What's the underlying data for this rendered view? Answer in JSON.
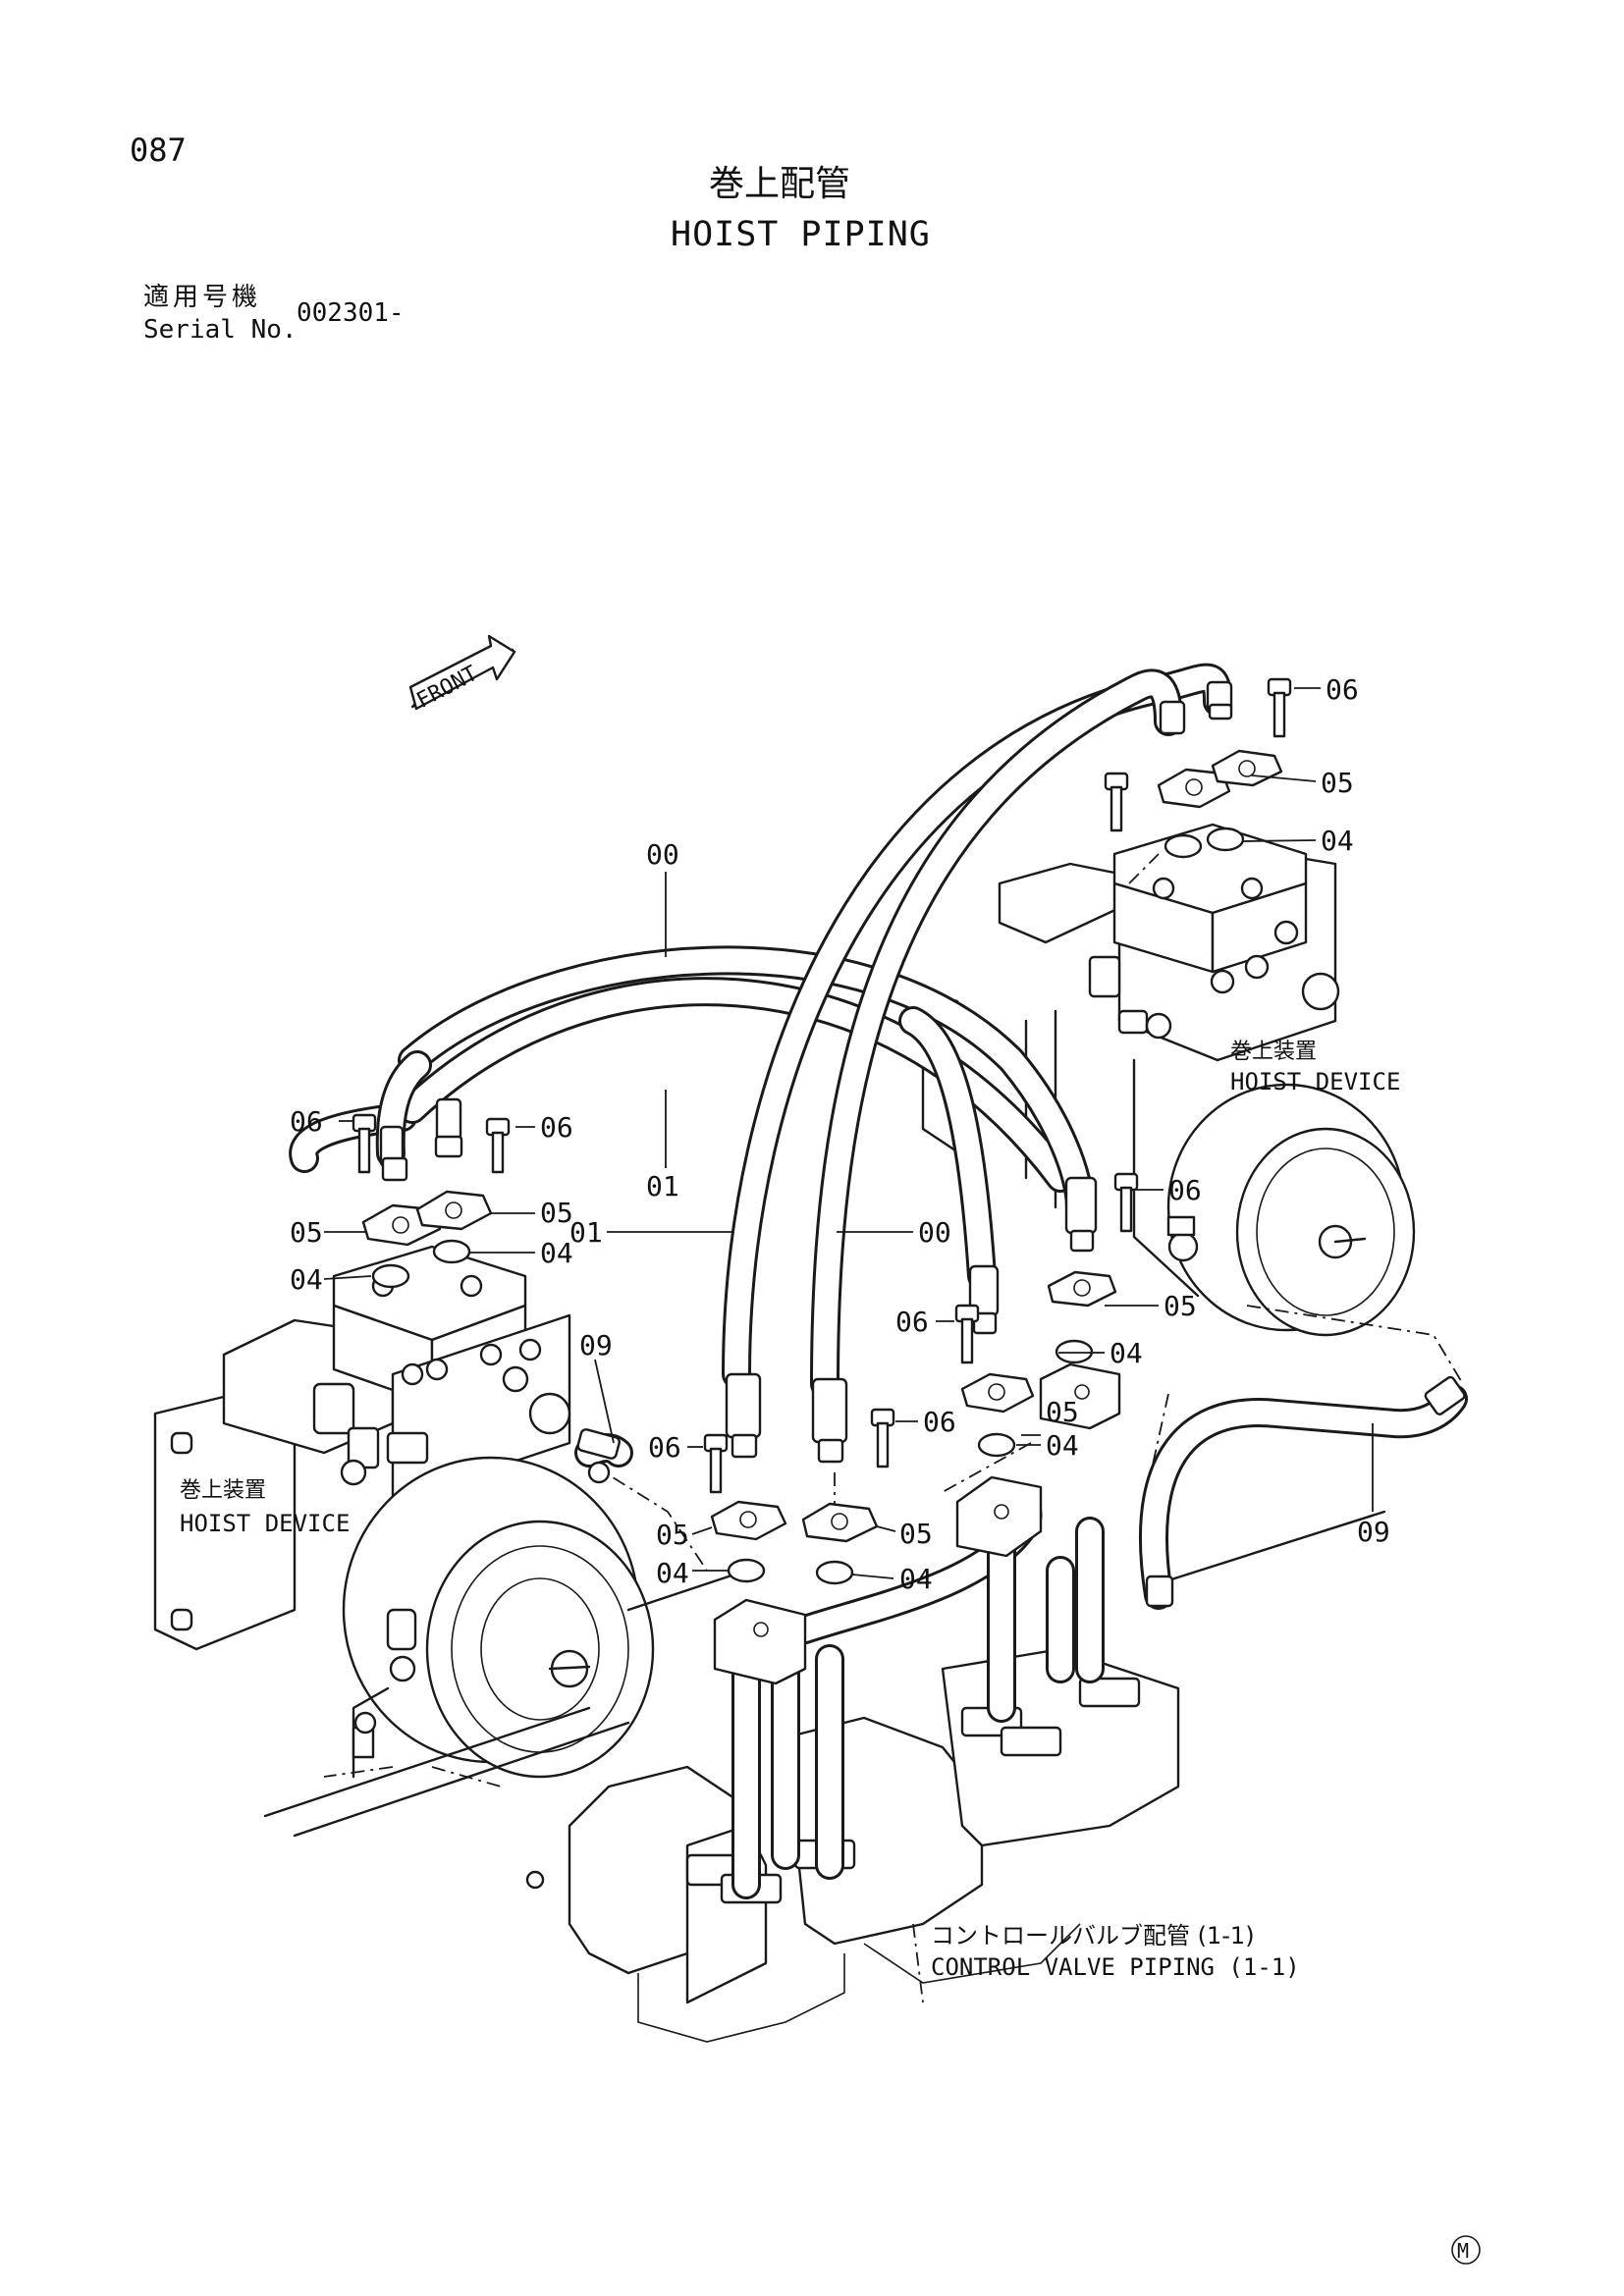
{
  "header": {
    "page_number": "087",
    "title_jp": "巻上配管",
    "title_en": "HOIST PIPING",
    "serial_label_jp": "適用号機",
    "serial_label_en": "Serial No.",
    "serial_value": "002301-"
  },
  "diagram": {
    "front_label": "FRONT",
    "part_labels": {
      "p00": "00",
      "p01": "01",
      "p04": "04",
      "p05": "05",
      "p06": "06",
      "p09": "09"
    },
    "hoist_device_jp": "巻上装置",
    "hoist_device_en": "HOIST DEVICE",
    "control_valve_jp": "コントロールバルブ配管 (1-1)",
    "control_valve_en": "CONTROL VALVE PIPING (1-1)"
  },
  "footer": {
    "mark": "M"
  }
}
